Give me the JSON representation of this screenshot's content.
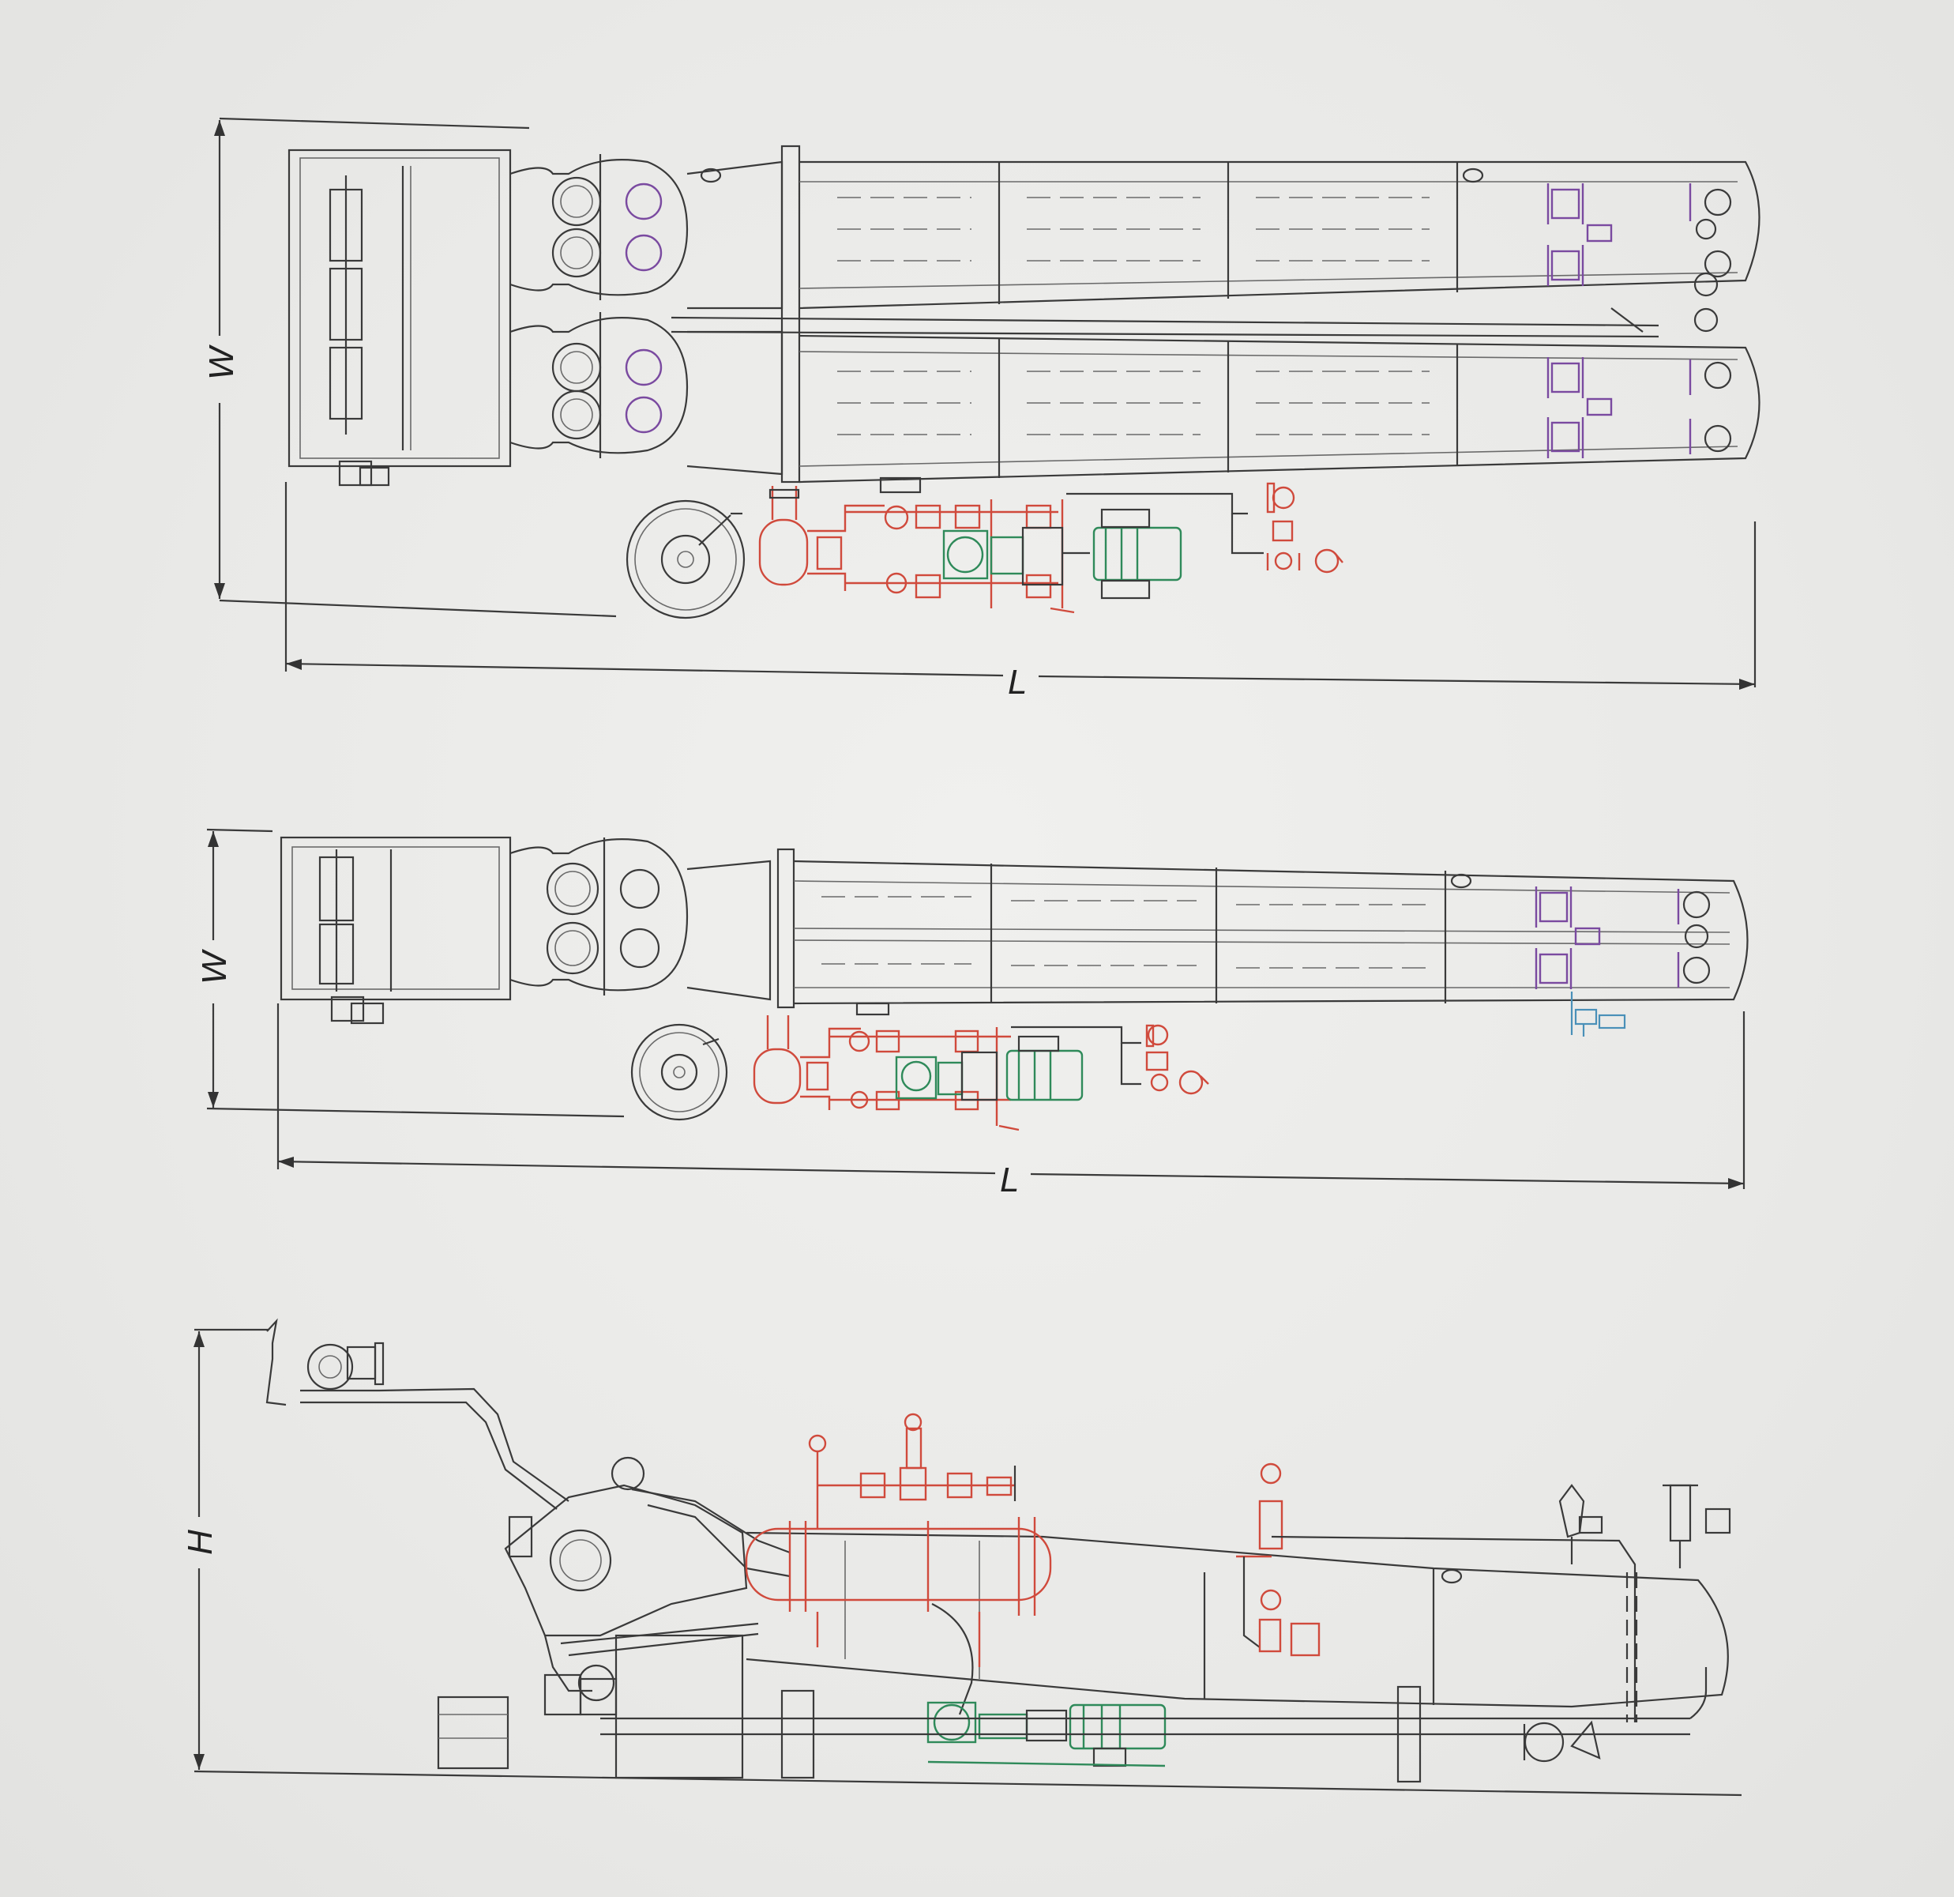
{
  "colors": {
    "line": "#3a3a3a",
    "red": "#d04a3c",
    "green": "#2f8a5a",
    "purple": "#7a4aa0",
    "blue": "#4a90b8",
    "background": "#ececea"
  },
  "views": [
    {
      "id": "top-view-double",
      "width_label": "W",
      "length_label": "L"
    },
    {
      "id": "top-view-single",
      "width_label": "W",
      "length_label": "L"
    },
    {
      "id": "side-view",
      "height_label": "H"
    }
  ]
}
